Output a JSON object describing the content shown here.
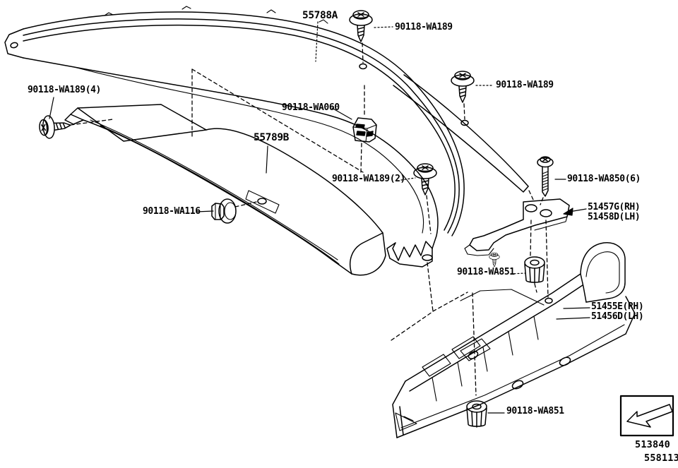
{
  "page": {
    "background_color": "#ffffff",
    "line_color": "#000000"
  },
  "diagram": {
    "type": "exploded-parts-diagram",
    "subject": "cowl top panel and apron side member",
    "callouts": [
      {
        "part": "cowl-top-outer-panel",
        "text": "55788A"
      },
      {
        "part": "screw-top-center",
        "text": "90118-WA189"
      },
      {
        "part": "screw-upper-right",
        "text": "90118-WA189"
      },
      {
        "part": "screw-left-side",
        "text": "90118-WA189(4)"
      },
      {
        "part": "clip",
        "text": "90118-WA060"
      },
      {
        "part": "cowl-panel-lower",
        "text": "55789B"
      },
      {
        "part": "screw-center",
        "text": "90118-WA189(2)"
      },
      {
        "part": "nut",
        "text": "90118-WA116"
      },
      {
        "part": "screw-long",
        "text": "90118-WA850(6)"
      },
      {
        "part": "bracket-rh",
        "text": "51457G(RH)"
      },
      {
        "part": "bracket-lh",
        "text": "51458D(LH)"
      },
      {
        "part": "grommet-upper",
        "text": "90118-WA851"
      },
      {
        "part": "side-member-rh",
        "text": "51455E(RH)"
      },
      {
        "part": "side-member-lh",
        "text": "51456D(LH)"
      },
      {
        "part": "grommet-lower",
        "text": "90118-WA851"
      },
      {
        "part": "figure-number",
        "text": "513840"
      },
      {
        "part": "page-code",
        "text": "558113"
      }
    ],
    "direction_box": {
      "icon": "direction-arrow-icon"
    }
  }
}
